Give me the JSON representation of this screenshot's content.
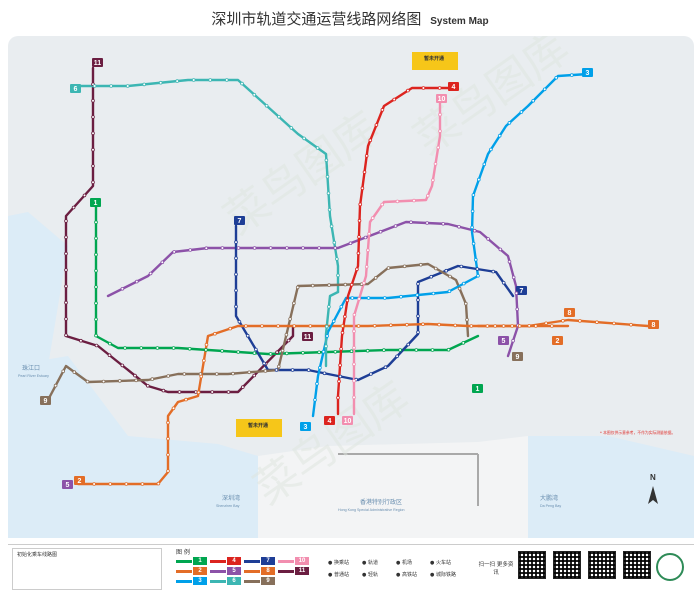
{
  "title": {
    "cn": "深圳市轨道交通运营线路网络图",
    "en": "System Map"
  },
  "geo": {
    "zhujiangkou": {
      "cn": "珠江口",
      "en": "Pearl River Estuary"
    },
    "shenzhenwan": {
      "cn": "深圳湾",
      "en": "Shenzhen Bay"
    },
    "hongkong": {
      "cn": "香港特别行政区",
      "en": "Hong Kong Special Administrative Region"
    },
    "dapengwan": {
      "cn": "大鹏湾",
      "en": "Da Peng Bay"
    }
  },
  "north_label": "N",
  "watermark": "菜鸟图库",
  "note_right": "* 本图仅供示意参考，不作为实际测量依据。",
  "callouts": [
    {
      "cn": "暂未开通"
    },
    {
      "cn": "暂未开通"
    }
  ],
  "lines": [
    {
      "id": "1",
      "color": "#00a650"
    },
    {
      "id": "2",
      "color": "#e36d27"
    },
    {
      "id": "3",
      "color": "#00a0e9"
    },
    {
      "id": "4",
      "color": "#dc241f"
    },
    {
      "id": "5",
      "color": "#8c52a8"
    },
    {
      "id": "6",
      "color": "#3cb6b3"
    },
    {
      "id": "7",
      "color": "#1e3e96"
    },
    {
      "id": "8",
      "color": "#e36d27"
    },
    {
      "id": "9",
      "color": "#87705b"
    },
    {
      "id": "10",
      "color": "#f28eaf"
    },
    {
      "id": "11",
      "color": "#6b1e41"
    }
  ],
  "legend": {
    "mini_caption": "初始化乘车线路图",
    "heading": "图 例",
    "symbols": [
      "换乘站",
      "普通站",
      "轨道",
      "轻轨",
      "机场",
      "高铁站",
      "火车站",
      "城际铁路"
    ],
    "info": "扫一扫 更多资讯"
  }
}
